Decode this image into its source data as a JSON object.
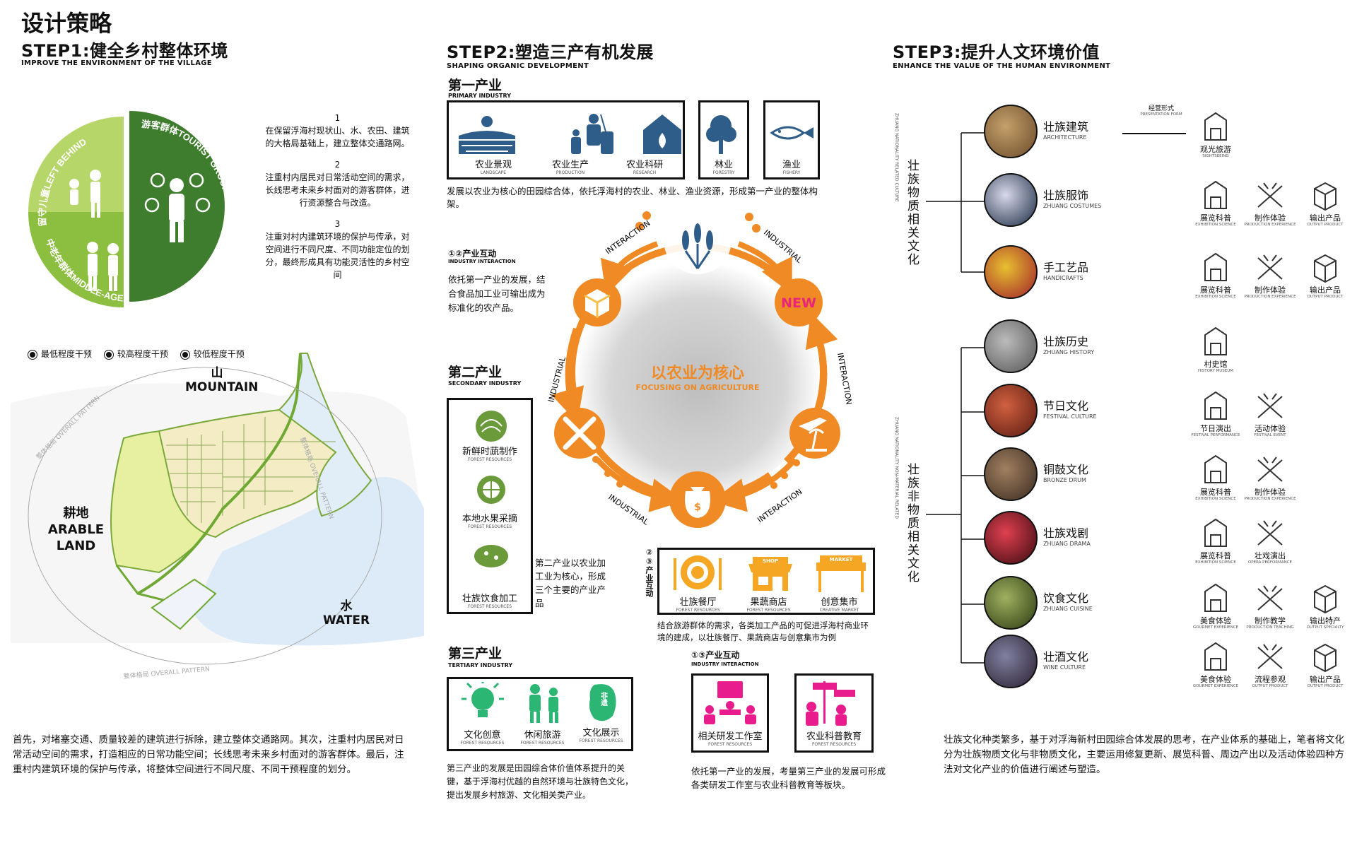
{
  "title": "设计策略",
  "step1": {
    "title": "STEP1:健全乡村整体环境",
    "subtitle": "IMPROVE THE ENVIRONMENT OF THE VILLAGE",
    "pie": {
      "left": "留守儿童LEFT BEHIND",
      "tourist": "游客群体TOURIST GROUP",
      "middle": "中老年群体MIDDLE-AGED"
    },
    "points": [
      {
        "num": "1",
        "text": "在保留浮海村现状山、水、农田、建筑的大格局基础上，建立整体交通路网。"
      },
      {
        "num": "2",
        "text": "注重村内居民对日常活动空间的需求，长线思考未来乡村面对的游客群体，进行资源整合与改造。"
      },
      {
        "num": "3",
        "text": "注重对村内建筑环境的保护与传承，对空间进行不同尺度、不同功能定位的划分，最终形成具有功能灵活性的乡村空间"
      }
    ],
    "legend": [
      "最低程度干预",
      "较高程度干预",
      "较低程度干预"
    ],
    "map": {
      "mountain_cn": "山",
      "mountain_en": "MOUNTAIN",
      "arable_cn": "耕地",
      "arable_en1": "ARABLE",
      "arable_en2": "LAND",
      "water_cn": "水",
      "water_en": "WATER",
      "pattern": "整体格局 OVERALL PATTERN"
    },
    "summary": "首先，对堵塞交通、质量较差的建筑进行拆除，建立整体交通路网。其次，注重村内居民对日常活动空间的需求，打造相应的日常功能空间；长线思考未来乡村面对的游客群体。最后，注重村内建筑环境的保护与传承，将整体空间进行不同尺度、不同干预程度的划分。"
  },
  "step2": {
    "title": "STEP2:塑造三产有机发展",
    "subtitle": "SHAPING ORGANIC DEVELOPMENT",
    "primary": {
      "title": "第一产业",
      "subtitle": "PRIMARY INDUSTRY",
      "items": [
        {
          "cn": "农业景观",
          "en": "LANDSCAPE"
        },
        {
          "cn": "农业生产",
          "en": "PRODUCTION"
        },
        {
          "cn": "农业科研",
          "en": "RESEARCH"
        },
        {
          "cn": "林业",
          "en": "FORESTRY"
        },
        {
          "cn": "渔业",
          "en": "FISHERY"
        }
      ],
      "desc": "发展以农业为核心的田园综合体，依托浮海村的农业、林业、渔业资源，形成第一产业的整体构架。"
    },
    "interaction12": {
      "title": "①②产业互动",
      "subtitle": "INDUSTRY INTERACTION",
      "desc": "依托第一产业的发展，结合食品加工业可输出成为标准化的农产品。"
    },
    "cycle": {
      "center_cn": "以农业为核心",
      "center_en": "FOCUSING ON AGRICULTURE",
      "new": "NEW",
      "interaction": "INTERACTION",
      "industrial": "INDUSTRIAL"
    },
    "secondary": {
      "title": "第二产业",
      "subtitle": "SECONDARY INDUSTRY",
      "items": [
        {
          "cn": "新鲜时蔬制作",
          "en": "FOREST RESOURCES"
        },
        {
          "cn": "本地水果采摘",
          "en": "FOREST RESOURCES"
        },
        {
          "cn": "壮族饮食加工",
          "en": "FOREST RESOURCES"
        }
      ],
      "desc": "第二产业以农业加工业为核心，形成三个主要的产业产品"
    },
    "interaction23": {
      "label": "②③产业互动",
      "items": [
        {
          "cn": "壮族餐厅",
          "en": "FOREST RESOURCES"
        },
        {
          "cn": "果蔬商店",
          "en": "FOREST RESOURCES"
        },
        {
          "cn": "创意集市",
          "en": "CREATIVE MARKET"
        }
      ],
      "shop": "SHOP",
      "market": "MARKET",
      "desc": "结合旅游群体的需求，各类加工产品的可促进浮海村商业环境的建成，以壮族餐厅、果蔬商店与创意集市为例"
    },
    "tertiary": {
      "title": "第三产业",
      "subtitle": "TERTIARY INDUSTRY",
      "items": [
        {
          "cn": "文化创意",
          "en": "FOREST RESOURCES"
        },
        {
          "cn": "休闲旅游",
          "en": "FOREST RESOURCES"
        },
        {
          "cn": "文化展示",
          "en": "FOREST RESOURCES"
        }
      ],
      "badge": "非遗",
      "desc": "第三产业的发展是田园综合体价值体系提升的关键，基于浮海村优越的自然环境与壮族特色文化，提出发展乡村旅游、文化相关类产业。"
    },
    "interaction13": {
      "title": "①③产业互动",
      "subtitle": "INDUSTRY INTERACTION",
      "items": [
        {
          "cn": "相关研发工作室",
          "en": "FOREST RESOURCES"
        },
        {
          "cn": "农业科普教育",
          "en": "FOREST RESOURCES"
        }
      ],
      "desc": "依托第一产业的发展，考量第三产业的发展可形成各类研发工作室与农业科普教育等板块。"
    }
  },
  "step3": {
    "title": "STEP3:提升人文环境价值",
    "subtitle": "ENHANCE THE VALUE OF THE HUMAN ENVIRONMENT",
    "material_cn": "壮族物质相关文化",
    "material_en": "ZHUANG NATIONALITY RELATED CULTURE",
    "nonmaterial_cn": "壮族非物质相关文化",
    "nonmaterial_en": "ZHUANG NATIONALITY NON-MATERIAL RELATED",
    "form_cn": "经营形式",
    "form_en": "PRESENTATION FORM",
    "rows": [
      {
        "cn": "壮族建筑",
        "en": "ARCHITECTURE",
        "icons": [
          {
            "cn": "观光旅游",
            "en": "SIGHTSEEING"
          }
        ]
      },
      {
        "cn": "壮族服饰",
        "en": "ZHUANG COSTUMES",
        "icons": [
          {
            "cn": "展览科普",
            "en": "EXHIBITION SCIENCE"
          },
          {
            "cn": "制作体验",
            "en": "PRODUCTION EXPERIENCE"
          },
          {
            "cn": "输出产品",
            "en": "OUTPUT PRODUCT"
          }
        ]
      },
      {
        "cn": "手工艺品",
        "en": "HANDICRAFTS",
        "icons": [
          {
            "cn": "展览科普",
            "en": "EXHIBITION SCIENCE"
          },
          {
            "cn": "制作体验",
            "en": "PRODUCTION EXPERIENCE"
          },
          {
            "cn": "输出产品",
            "en": "OUTPUT PRODUCT"
          }
        ]
      },
      {
        "cn": "壮族历史",
        "en": "ZHUANG HISTORY",
        "icons": [
          {
            "cn": "村史馆",
            "en": "HISTORY MUSEUM"
          }
        ]
      },
      {
        "cn": "节日文化",
        "en": "FESTIVAL CULTURE",
        "icons": [
          {
            "cn": "节日演出",
            "en": "FESTIVAL PERFORMANCE"
          },
          {
            "cn": "活动体验",
            "en": "FESTIVAL EVENT"
          }
        ]
      },
      {
        "cn": "铜鼓文化",
        "en": "BRONZE DRUM",
        "icons": [
          {
            "cn": "展览科普",
            "en": "EXHIBITION SCIENCE"
          },
          {
            "cn": "制作体验",
            "en": "PRODUCTION EXPERIENCE"
          }
        ]
      },
      {
        "cn": "壮族戏剧",
        "en": "ZHUANG DRAMA",
        "icons": [
          {
            "cn": "展览科普",
            "en": "EXHIBITION SCIENCE"
          },
          {
            "cn": "壮戏演出",
            "en": "OPERA PERFORMANCE"
          }
        ]
      },
      {
        "cn": "饮食文化",
        "en": "ZHUANG CUISINE",
        "icons": [
          {
            "cn": "美食体验",
            "en": "GOURMET EXPERIENCE"
          },
          {
            "cn": "制作教学",
            "en": "PRODUCTION TEACHING"
          },
          {
            "cn": "输出特产",
            "en": "OUTPUT SPECIALTY"
          }
        ]
      },
      {
        "cn": "壮酒文化",
        "en": "WINE CULTURE",
        "icons": [
          {
            "cn": "美食体验",
            "en": "GOURMET EXPERIENCE"
          },
          {
            "cn": "流程参观",
            "en": "OUTPUT PRODUCT"
          },
          {
            "cn": "输出产品",
            "en": "OUTPUT PRODUCT"
          }
        ]
      }
    ],
    "summary": "壮族文化种类繁多，基于对浮海新村田园综合体发展的思考，在产业体系的基础上，笔者将文化分为壮族物质文化与非物质文化，主要运用修复更新、展览科普、周边产出以及活动体验四种方法对文化产业的价值进行阐述与塑造。"
  }
}
